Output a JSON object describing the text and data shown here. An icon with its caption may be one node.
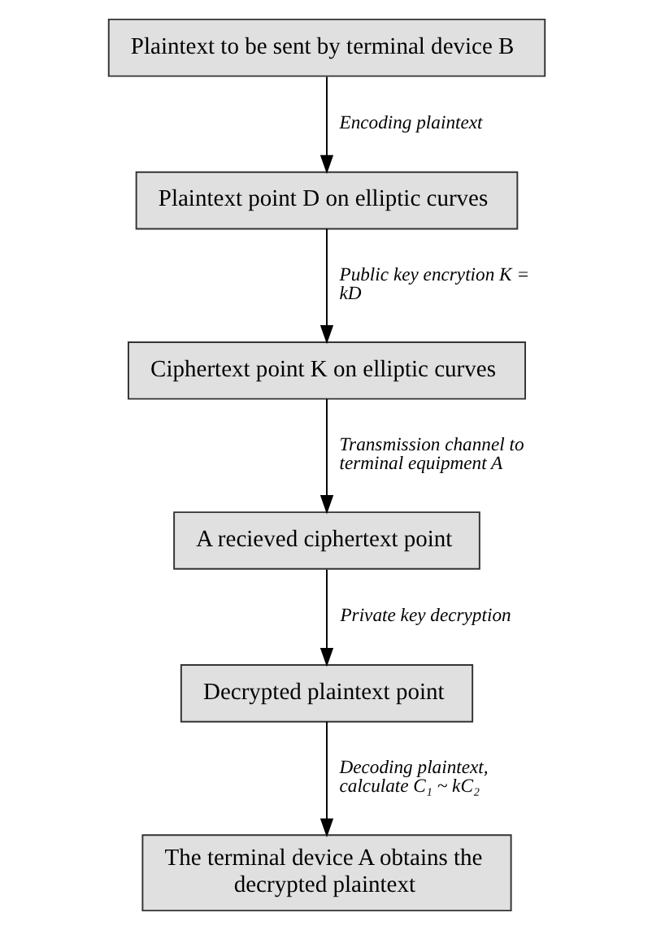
{
  "diagram": {
    "nodes": [
      {
        "text": [
          "Plaintext to be sent by terminal device B"
        ]
      },
      {
        "text": [
          "Plaintext point D on elliptic curves"
        ]
      },
      {
        "text": [
          "Ciphertext point K on elliptic curves"
        ]
      },
      {
        "text": [
          "A recieved ciphertext point"
        ]
      },
      {
        "text": [
          "Decrypted plaintext point"
        ]
      },
      {
        "text": [
          "The terminal device A obtains the decrypted plaintext"
        ]
      }
    ],
    "edges": [
      {
        "from": 0,
        "to": 1,
        "arrow": "to",
        "label": "Encoding plaintext"
      },
      {
        "from": 1,
        "to": 2,
        "arrow": "to",
        "label": "Public key encrytion K = kD"
      },
      {
        "from": 2,
        "to": 3,
        "arrow": "to",
        "label": "Transmission channel to terminal equipment A"
      },
      {
        "from": 3,
        "to": 4,
        "arrow": "to",
        "label": "Private key decryption"
      },
      {
        "from": 4,
        "to": 5,
        "arrow": "to",
        "label": "Decoding plaintext, calculate C₁ ~ kC₂"
      }
    ]
  }
}
